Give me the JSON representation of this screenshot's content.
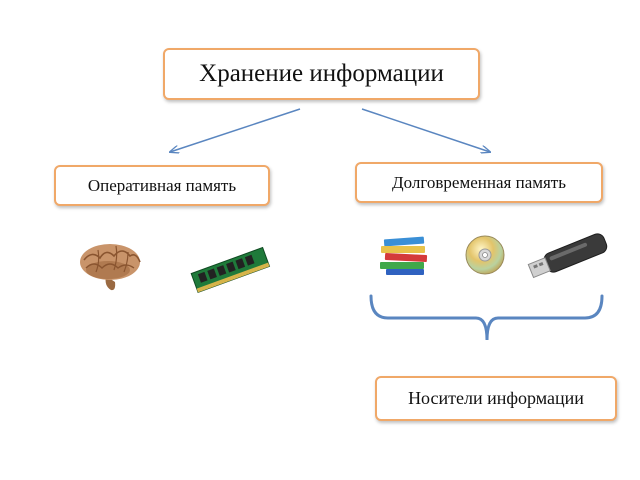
{
  "diagram": {
    "title": "Хранение информации",
    "operative_memory": "Оперативная память",
    "long_term_memory": "Долговременная память",
    "storage_media": "Носители информации"
  },
  "icons": {
    "operative": [
      "brain-icon",
      "ram-module-icon"
    ],
    "long_term": [
      "books-icon",
      "cd-disc-icon",
      "usb-flash-drive-icon"
    ]
  },
  "colors": {
    "box_border": "#f0a868",
    "connector": "#5a86c0"
  }
}
